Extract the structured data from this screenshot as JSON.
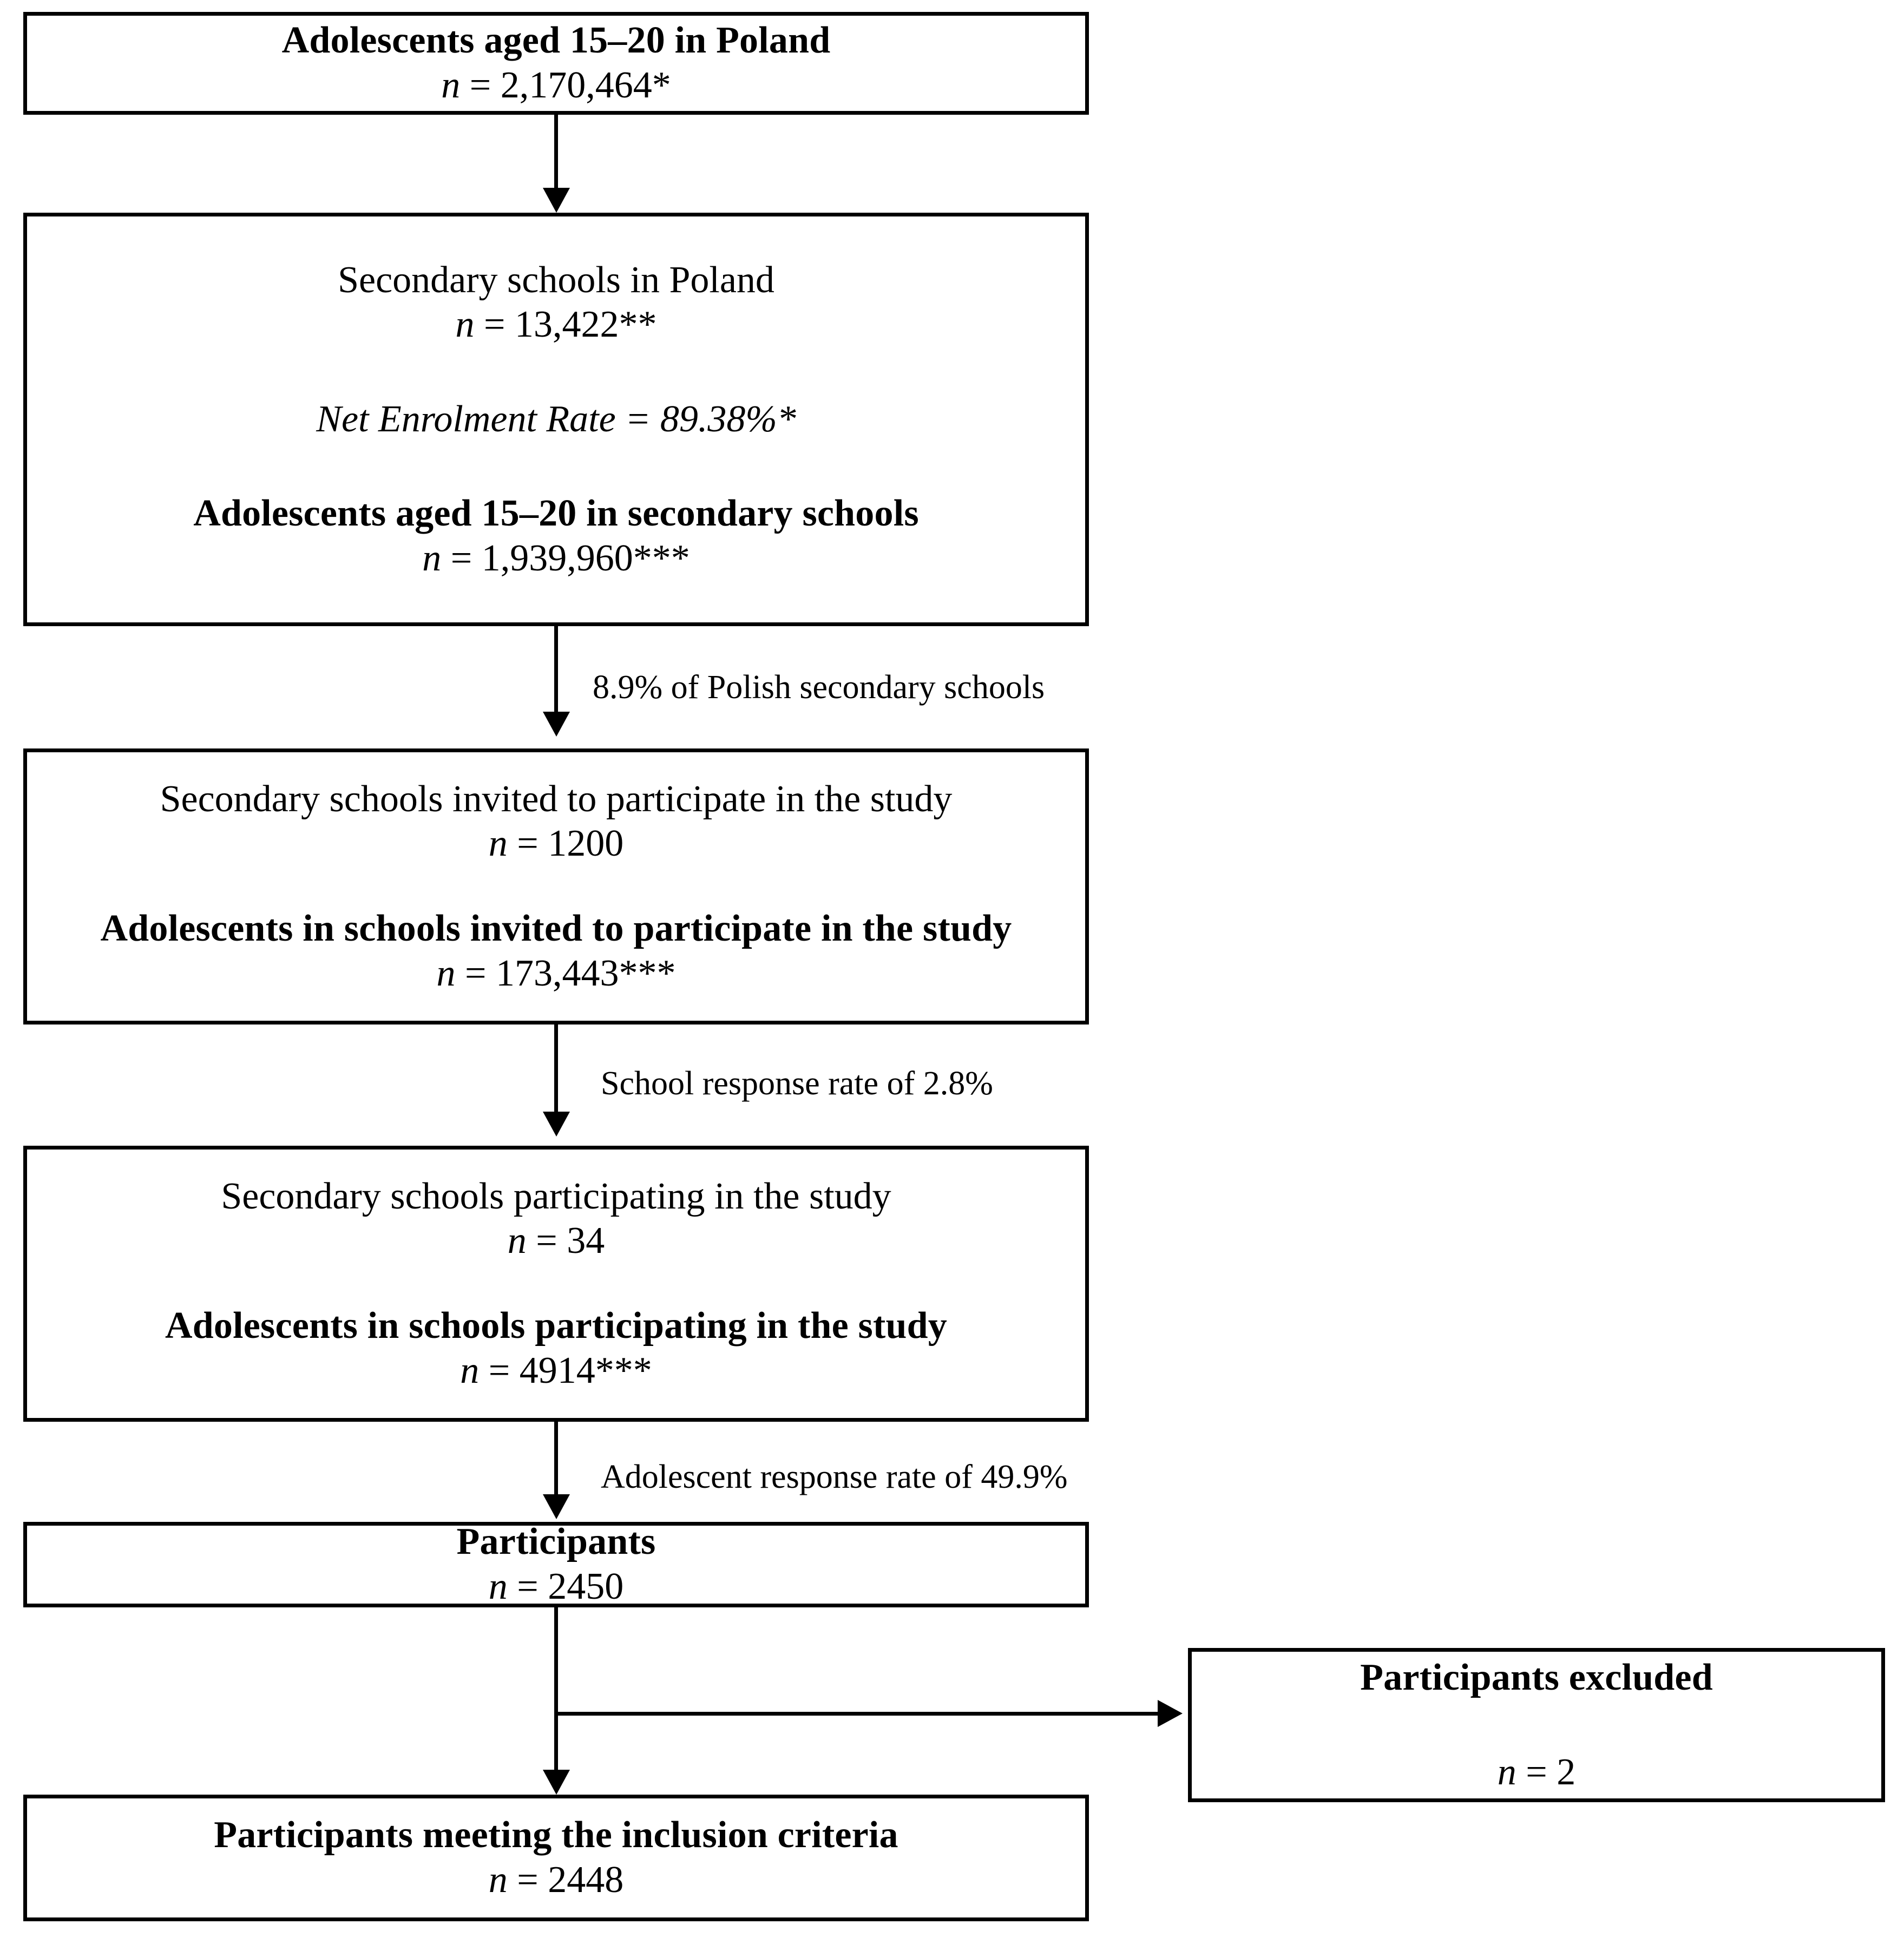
{
  "diagram": {
    "type": "study-participant-flowchart",
    "title_visible": false,
    "boxes": [
      {
        "id": "population",
        "lines": [
          {
            "text": "Adolescents aged 15–20 in Poland",
            "style": "bold"
          },
          {
            "text": "n = 2,170,464*",
            "style": "n"
          }
        ]
      },
      {
        "id": "secondary-schools",
        "lines": [
          {
            "text": "Secondary schools in Poland",
            "style": "plain"
          },
          {
            "text": "n = 13,422**",
            "style": "n"
          },
          {
            "text": "Net Enrolment Rate = 89.38%*",
            "style": "italic"
          },
          {
            "text": "Adolescents aged 15–20 in secondary schools",
            "style": "bold"
          },
          {
            "text": "n = 1,939,960***",
            "style": "n"
          }
        ]
      },
      {
        "id": "schools-invited",
        "lines": [
          {
            "text": "Secondary schools invited to participate in the study",
            "style": "plain"
          },
          {
            "text": "n = 1200",
            "style": "n"
          },
          {
            "text": "Adolescents in schools invited to participate in the study",
            "style": "bold"
          },
          {
            "text": "n = 173,443***",
            "style": "n"
          }
        ]
      },
      {
        "id": "schools-participating",
        "lines": [
          {
            "text": "Secondary schools participating in the study",
            "style": "plain"
          },
          {
            "text": "n = 34",
            "style": "n"
          },
          {
            "text": "Adolescents in schools participating in the study",
            "style": "bold"
          },
          {
            "text": "n = 4914***",
            "style": "n"
          }
        ]
      },
      {
        "id": "participants",
        "lines": [
          {
            "text": "Participants",
            "style": "bold"
          },
          {
            "text": "n = 2450",
            "style": "n"
          }
        ]
      },
      {
        "id": "participants-excluded",
        "lines": [
          {
            "text": "Participants excluded",
            "style": "bold"
          },
          {
            "text": "n = 2",
            "style": "n"
          }
        ]
      },
      {
        "id": "participants-included",
        "lines": [
          {
            "text": "Participants meeting the inclusion criteria",
            "style": "bold"
          },
          {
            "text": "n = 2448",
            "style": "n"
          }
        ]
      }
    ],
    "edge_labels": [
      {
        "id": "edge-schools-invited",
        "text": "8.9% of Polish secondary schools"
      },
      {
        "id": "edge-school-response",
        "text": "School response rate of 2.8%"
      },
      {
        "id": "edge-adolescent-response",
        "text": "Adolescent response rate of 49.9%"
      }
    ],
    "colors": {
      "stroke": "#000000",
      "fill": "#ffffff",
      "text": "#000000"
    }
  }
}
